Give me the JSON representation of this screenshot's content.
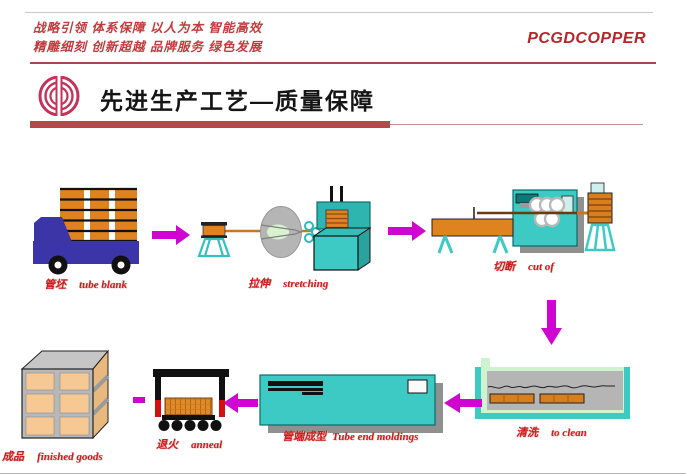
{
  "slide": {
    "header": {
      "slogan_line1": "战略引领 体系保障 以人为本 智能高效",
      "slogan_line2": "精雕细刻 创新超越 品牌服务 绿色发展",
      "brand": "PCGDCOPPER"
    },
    "title": "先进生产工艺—质量保障",
    "process_steps": [
      {
        "zh": "管坯",
        "en": "tube blank"
      },
      {
        "zh": "拉伸",
        "en": "stretching"
      },
      {
        "zh": "切断",
        "en": "cut of"
      },
      {
        "zh": "清洗",
        "en": "to clean"
      },
      {
        "zh": "管端成型",
        "en": "Tube end moldings"
      },
      {
        "zh": "退火",
        "en": "anneal"
      },
      {
        "zh": "成品",
        "en": "finished goods"
      }
    ],
    "flow_order": [
      "tube blank",
      "stretching",
      "cut of",
      "to clean",
      "Tube end moldings",
      "anneal",
      "finished goods"
    ],
    "colors": {
      "brand_red": "#b5262b",
      "slogan_red": "#c23a3c",
      "label_red": "#cc1c1c",
      "title_bar_red": "#af4b4b",
      "arrow_magenta": "#cf06cf",
      "machine_teal": "#3ecac4",
      "copper_orange": "#df8320",
      "truck_blue": "#3b35a8",
      "liquid_gray": "#b5b5b5",
      "lining_green": "#cff2cf",
      "panel_tan": "#f5c894"
    }
  }
}
